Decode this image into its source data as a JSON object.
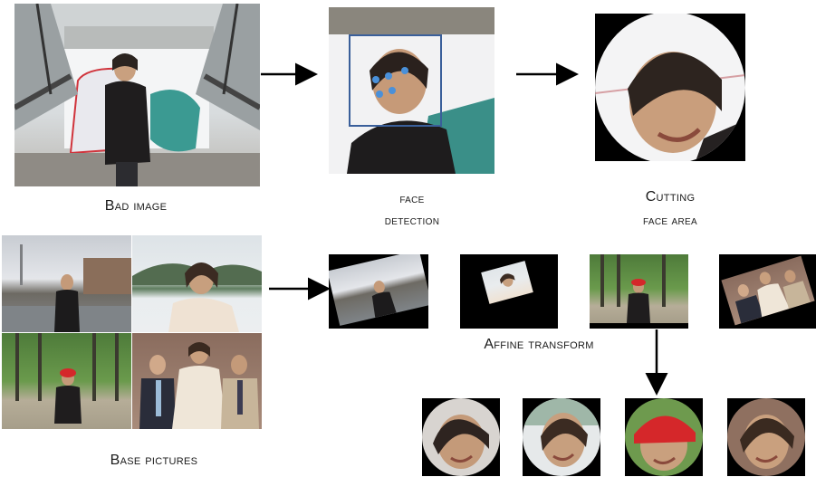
{
  "labels": {
    "bad_image": "Bad image",
    "face_detection_1": "face",
    "face_detection_2": "detection",
    "cutting_1": "Cutting",
    "cutting_2": "face area",
    "affine": "Affine transform",
    "base_pictures": "Base pictures"
  },
  "colors": {
    "detection_box": "#3a5f9a",
    "landmark": "#4a90d9",
    "arrow": "#000000"
  }
}
